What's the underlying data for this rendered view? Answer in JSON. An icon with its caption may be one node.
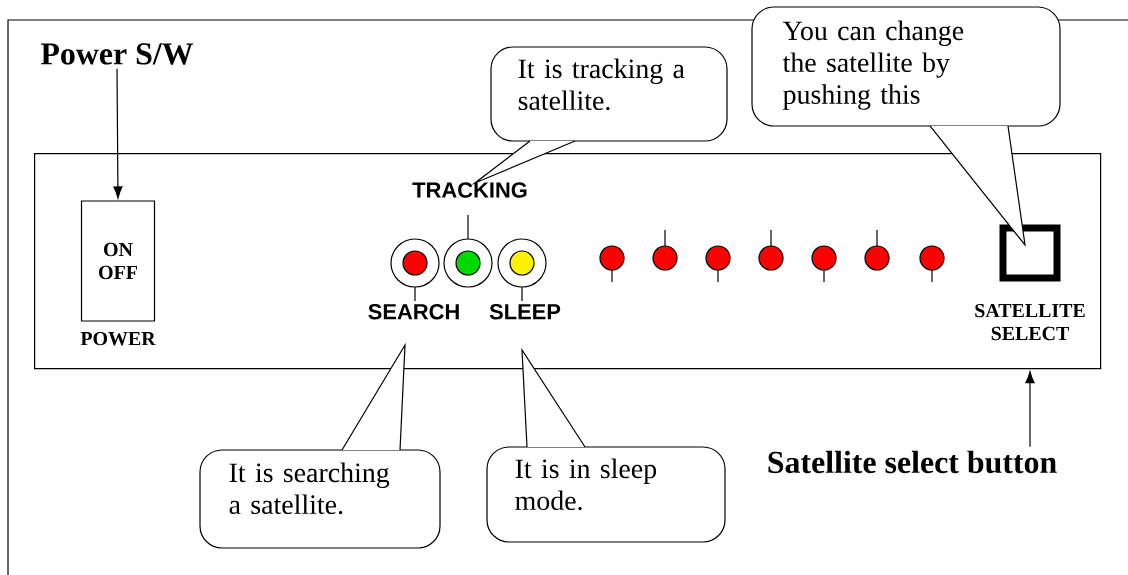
{
  "diagram": {
    "nodes": [
      {
        "text": [],
        "shape": "box"
      },
      {
        "text": [
          "Power S/W"
        ]
      },
      {
        "text": [
          "ON OFF"
        ],
        "beside": [
          "POWER"
        ],
        "in": 0
      },
      {
        "text": [],
        "shape": "circle",
        "beside": [
          "SEARCH"
        ],
        "in": 0
      },
      {
        "text": [],
        "shape": "circle",
        "in": 0
      },
      {
        "text": [],
        "shape": "circle",
        "beside": [
          "SLEEP"
        ],
        "in": 0
      },
      {
        "text": [],
        "shape": "box",
        "beside": [
          "SATELLITE SELECT"
        ],
        "in": 0
      },
      {
        "text": [
          "It is tracking a satellite."
        ]
      },
      {
        "text": [
          "You can change the satellite by pushing this"
        ]
      },
      {
        "text": [
          "It is searching a satellite."
        ]
      },
      {
        "text": [
          "It is in sleep mode."
        ]
      },
      {
        "text": [
          "Satellite select button"
        ]
      }
    ],
    "labels": [
      "TRACKING"
    ],
    "edges": [
      {
        "from": 1,
        "to": 2,
        "arrow": "to"
      },
      {
        "from": 11,
        "to": 0,
        "arrow": "to"
      }
    ]
  }
}
